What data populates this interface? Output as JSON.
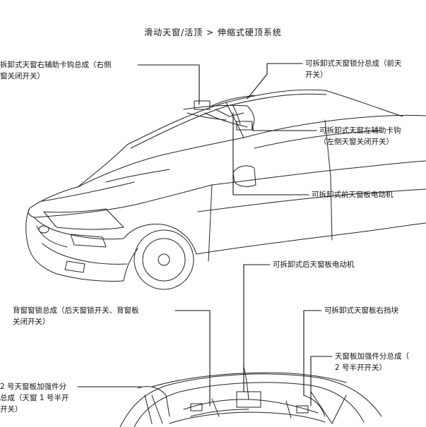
{
  "header": {
    "title": "滑动天窗/活顶 > 伸缩式硬顶系统"
  },
  "labels": {
    "right_aux_hook": "拆卸式天窗右辅助卡钩总成（右侧\n窗关闭开关）",
    "front_lock": "可拆卸式天窗锁分总成（前天\n开关）",
    "left_aux_hook": "可拆卸式天窗左辅助卡钩\n（左侧天窗关闭开关）",
    "front_motor": "可拆卸式前天窗板电动机",
    "rear_motor": "可拆卸式后天窗板电动机",
    "back_window_lock": "背窗窗锁总成（后天窗锁开关、背窗板\n关闭开关）",
    "right_stopper": "可拆卸式天窗板右挡块",
    "reinforcement_1": "天窗板加强件分总成（\n2 号半开开关）",
    "reinforcement_2": "2 号天窗板加强件分\n总成（天窗 1 号半开\n开关）"
  }
}
